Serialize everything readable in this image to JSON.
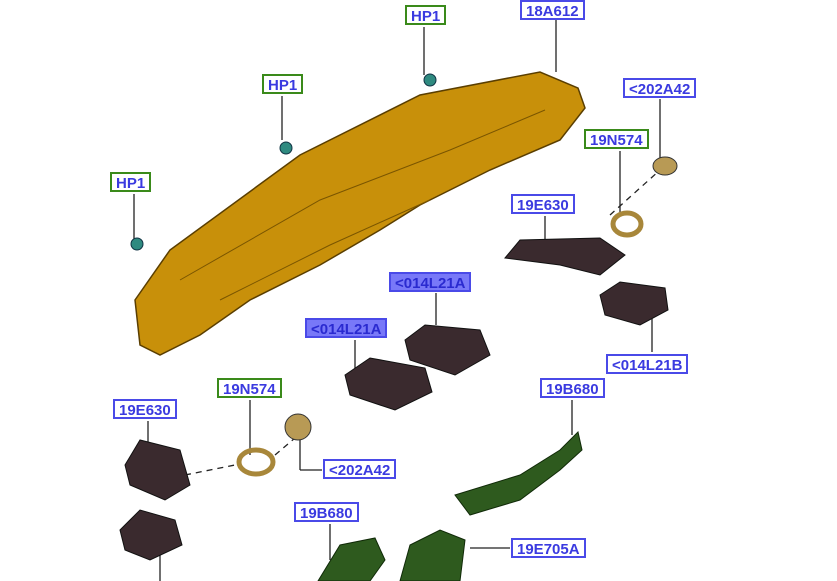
{
  "callouts": [
    {
      "id": "hp1-a",
      "text": "HP1",
      "kind": "green"
    },
    {
      "id": "18a612",
      "text": "18A612",
      "kind": "blue"
    },
    {
      "id": "hp1-b",
      "text": "HP1",
      "kind": "green"
    },
    {
      "id": "202a42-a",
      "text": "<202A42",
      "kind": "blue"
    },
    {
      "id": "19n574-a",
      "text": "19N574",
      "kind": "green"
    },
    {
      "id": "hp1-c",
      "text": "HP1",
      "kind": "green"
    },
    {
      "id": "19e630-a",
      "text": "19E630",
      "kind": "blue"
    },
    {
      "id": "014l21a-a",
      "text": "<014L21A",
      "kind": "highlighted"
    },
    {
      "id": "014l21a-b",
      "text": "<014L21A",
      "kind": "highlighted"
    },
    {
      "id": "014l21b",
      "text": "<014L21B",
      "kind": "blue"
    },
    {
      "id": "19b680-a",
      "text": "19B680",
      "kind": "blue"
    },
    {
      "id": "19n574-b",
      "text": "19N574",
      "kind": "green"
    },
    {
      "id": "19e630-b",
      "text": "19E630",
      "kind": "blue"
    },
    {
      "id": "202a42-b",
      "text": "<202A42",
      "kind": "blue"
    },
    {
      "id": "19b680-b",
      "text": "19B680",
      "kind": "blue"
    },
    {
      "id": "19e705a",
      "text": "19E705A",
      "kind": "blue"
    }
  ],
  "colors": {
    "panel": "#c8900a",
    "vent": "#3a2a2e",
    "duct": "#2e5a1e",
    "clip": "#2f8a80",
    "highlight": "#7878f8"
  }
}
